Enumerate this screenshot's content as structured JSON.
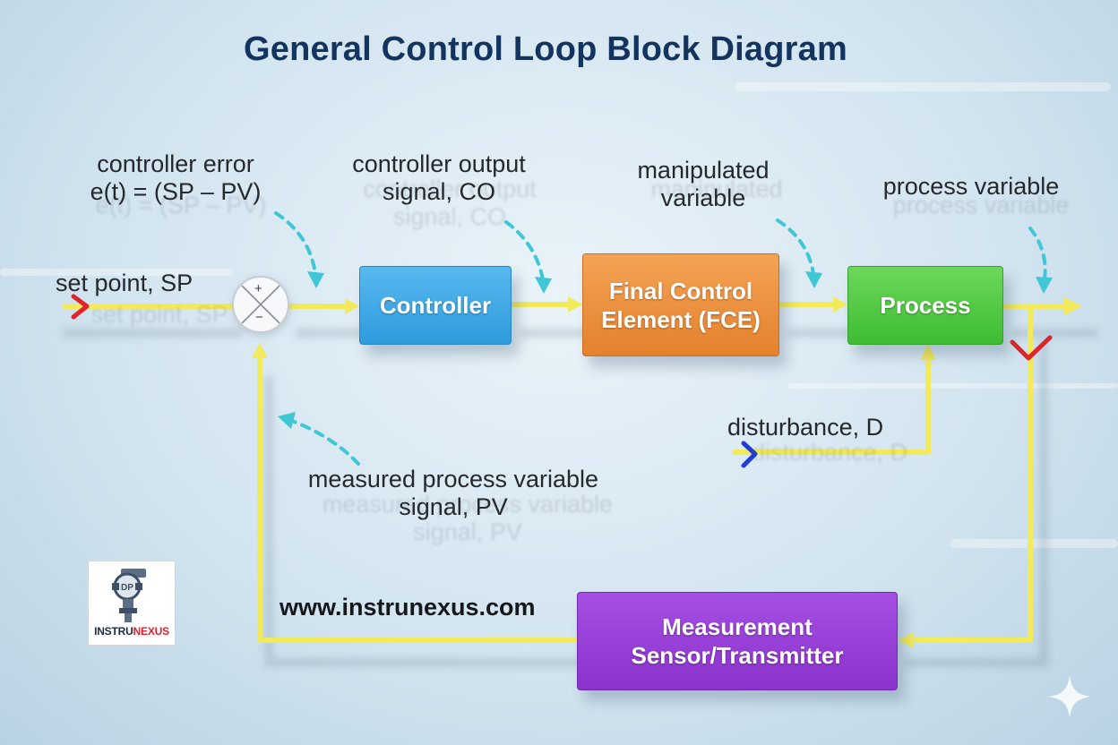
{
  "title": "General Control Loop Block Diagram",
  "blocks": {
    "controller": "Controller",
    "fce": [
      "Final Control",
      "Element (FCE)"
    ],
    "process": "Process",
    "sensor": [
      "Measurement",
      "Sensor/Transmitter"
    ]
  },
  "summing_junction": {
    "plus": "+",
    "minus": "−"
  },
  "labels": {
    "controller_error": [
      "controller error",
      "e(t) = (SP – PV)"
    ],
    "controller_output": [
      "controller output",
      "signal, CO"
    ],
    "manipulated_variable": [
      "manipulated",
      "variable"
    ],
    "process_variable": "process variable",
    "set_point": "set point, SP",
    "disturbance": "disturbance, D",
    "measured_pv": [
      "measured process variable",
      "signal, PV"
    ]
  },
  "website": "www.instrunexus.com",
  "logo": {
    "name_part1": "INSTRU",
    "name_part2": "NEXUS",
    "badge": "DP"
  },
  "colors": {
    "title": "#12345e",
    "controller": "#3aa6e6",
    "fce": "#ec8e3d",
    "process": "#4fc742",
    "sensor": "#9440d6",
    "signal_line": "#f2ea5a",
    "pointer_arrow": "#3fc7d6",
    "sp_marker": "#e0242b",
    "disturbance_marker": "#1f3ed6"
  }
}
